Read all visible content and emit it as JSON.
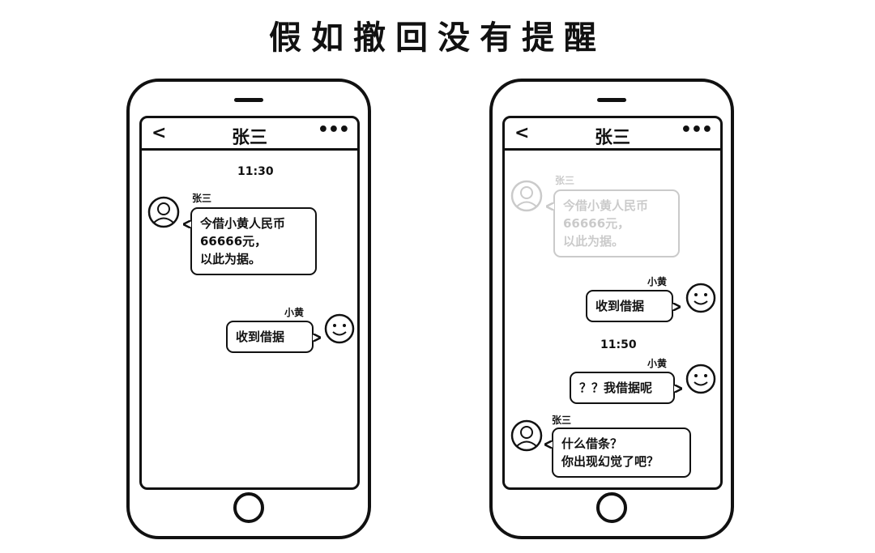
{
  "title": "假如撤回没有提醒",
  "icons": {
    "back": "chevron-left-icon",
    "more": "more-dots-icon",
    "avatar_zhang": "face-avatar-icon",
    "avatar_huang": "smiley-avatar-icon",
    "home": "home-button-icon"
  },
  "left_phone": {
    "header": {
      "back": "<",
      "title": "张三",
      "more": "•••"
    },
    "time": "11:30",
    "msg1": {
      "sender": "张三",
      "lines": [
        "今借小黄人民币",
        "66666元，",
        "以此为据。"
      ]
    },
    "msg2": {
      "sender": "小黄",
      "lines": [
        "收到借据"
      ]
    }
  },
  "right_phone": {
    "header": {
      "back": "<",
      "title": "张三",
      "more": "•••"
    },
    "recalled": {
      "sender": "张三",
      "lines": [
        "今借小黄人民币",
        "66666元，",
        "以此为据。"
      ]
    },
    "msg1": {
      "sender": "小黄",
      "lines": [
        "收到借据"
      ]
    },
    "time": "11:50",
    "msg2": {
      "sender": "小黄",
      "lines": [
        "？？我借据呢"
      ]
    },
    "msg3": {
      "sender": "张三",
      "lines": [
        "什么借条？",
        "你出现幻觉了吧？"
      ]
    }
  }
}
